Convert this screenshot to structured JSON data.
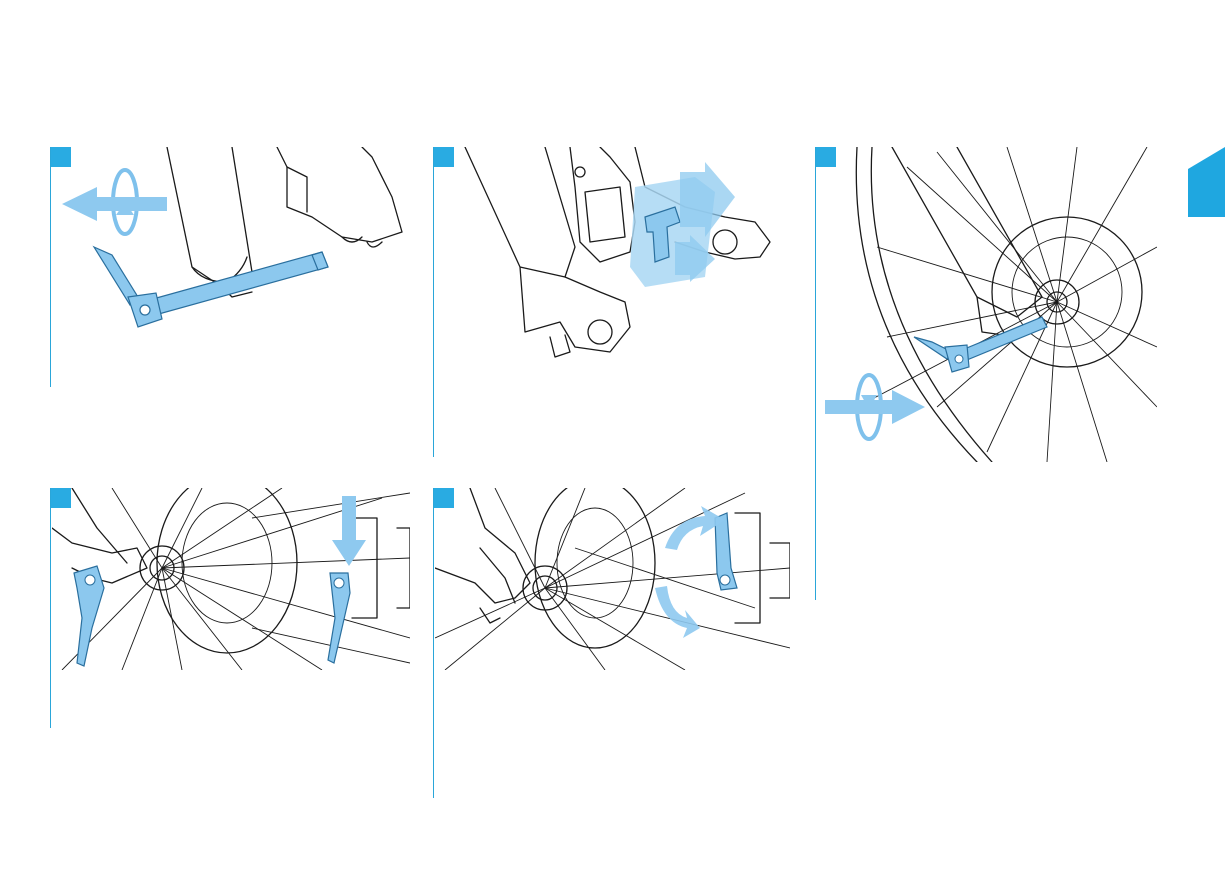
{
  "side_tab": {
    "color": "#1fa7e0"
  },
  "steps": [
    {
      "id": "step-1",
      "square_color": "#29abe2",
      "icons": [
        "axle-icon",
        "rotate-counterclockwise-icon",
        "arrow-left-icon"
      ]
    },
    {
      "id": "step-2",
      "square_color": "#29abe2",
      "icons": [
        "brake-caliper-icon",
        "pad-spacer-icon",
        "arrow-right-icon"
      ]
    },
    {
      "id": "step-3",
      "square_color": "#29abe2",
      "icons": [
        "wheel-icon",
        "axle-icon",
        "rotate-clockwise-icon",
        "arrow-right-icon"
      ]
    },
    {
      "id": "step-4",
      "square_color": "#29abe2",
      "icons": [
        "quick-release-lever-icon",
        "arrow-down-icon"
      ]
    },
    {
      "id": "step-5",
      "square_color": "#29abe2",
      "icons": [
        "quick-release-lever-icon",
        "rotate-lever-icon"
      ]
    }
  ]
}
